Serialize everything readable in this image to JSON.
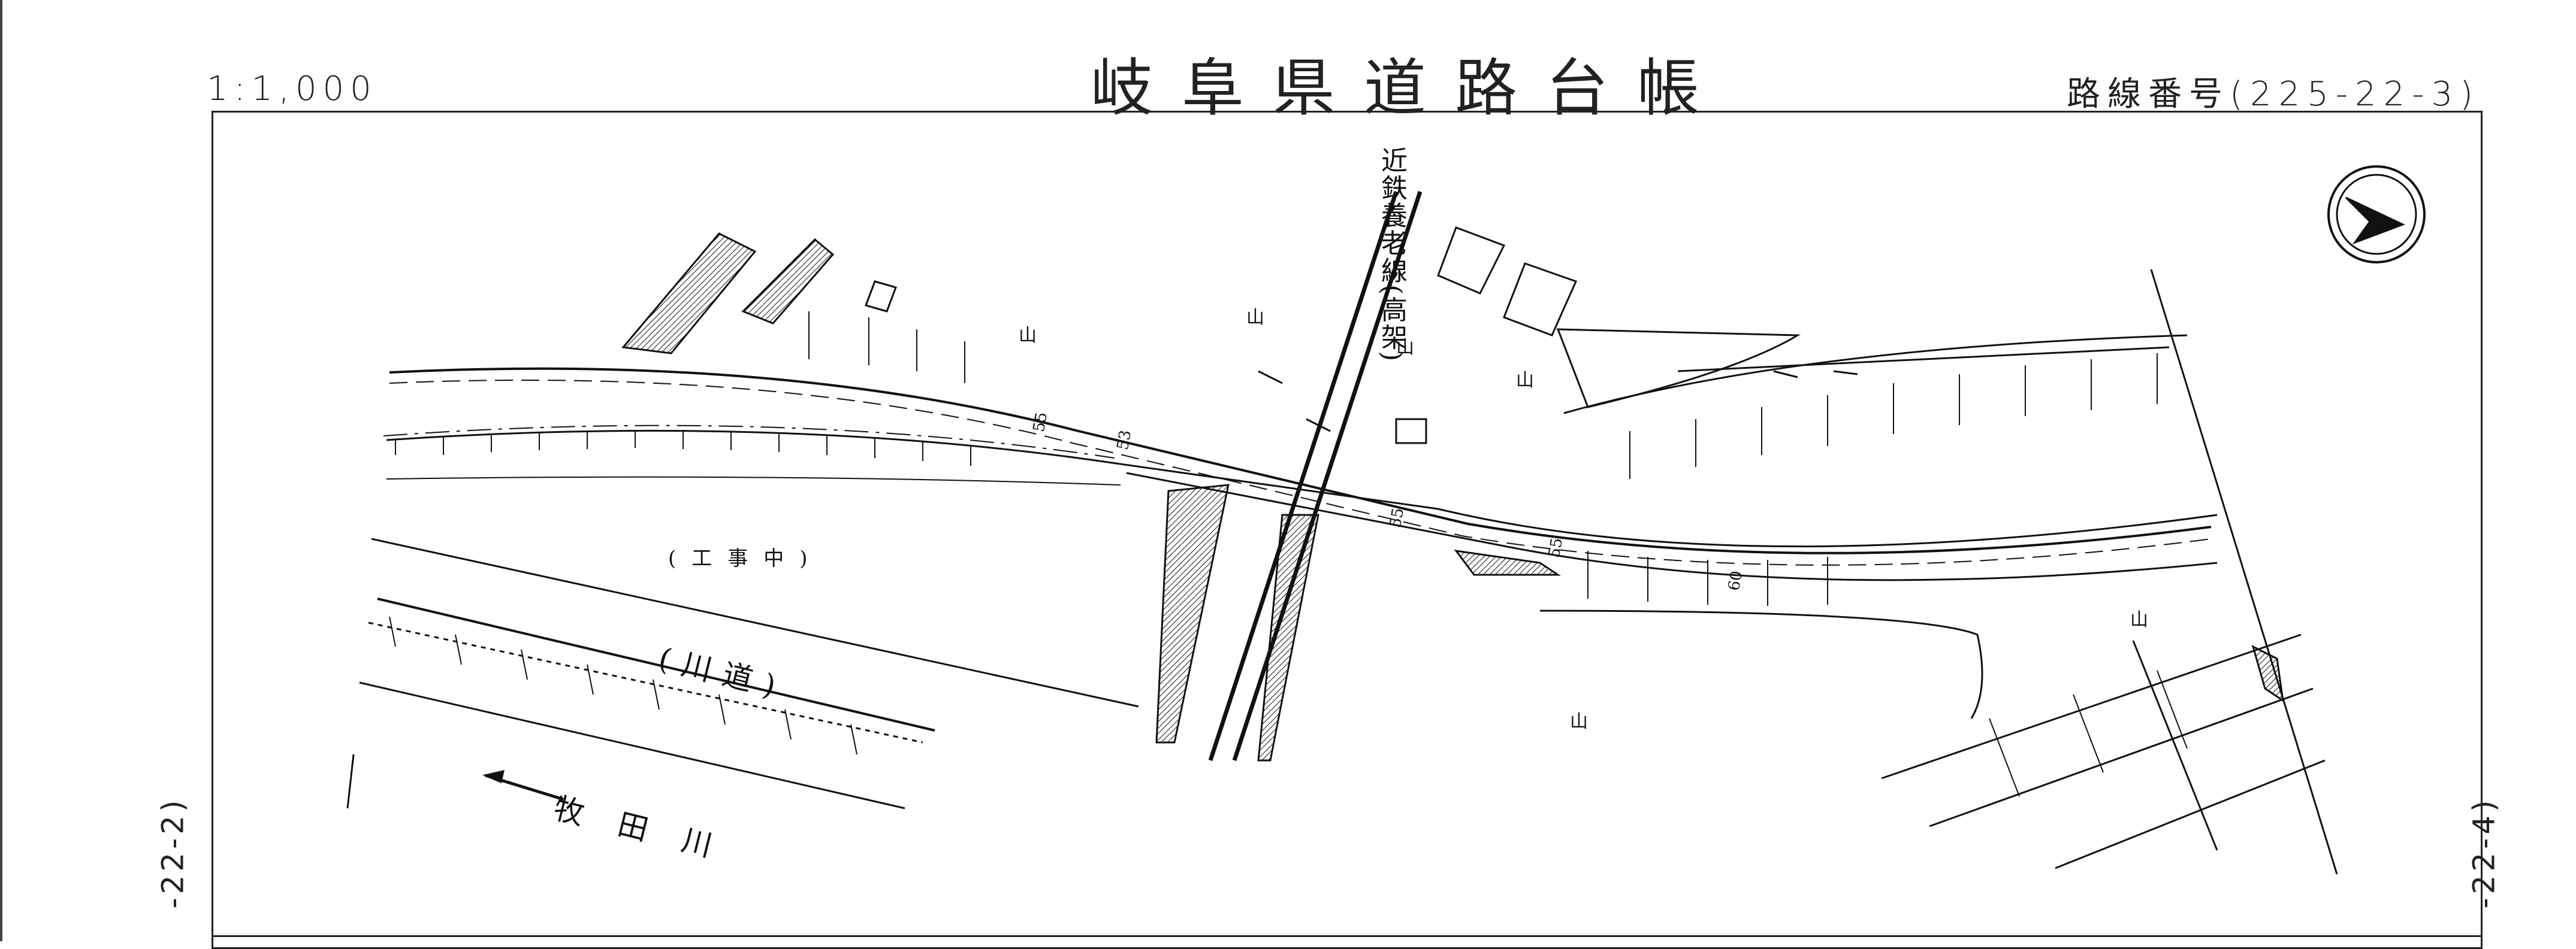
{
  "header": {
    "scale": "1:1,000",
    "title": "岐阜県道路台帳",
    "route_number": "路線番号(225-22-3)"
  },
  "sheets": {
    "previous": "-22-2)",
    "next": "-22-4)"
  },
  "map": {
    "labels": {
      "railway": "近鉄養老線(高架)",
      "construction": "(工事中)",
      "river_path": "(川道)",
      "river": "牧田川"
    },
    "markers": {
      "mountain": "山",
      "chainages": [
        "55",
        "53",
        "55",
        "55",
        "60"
      ]
    },
    "icons": [
      "north-arrow-icon",
      "flow-arrow-icon"
    ]
  }
}
